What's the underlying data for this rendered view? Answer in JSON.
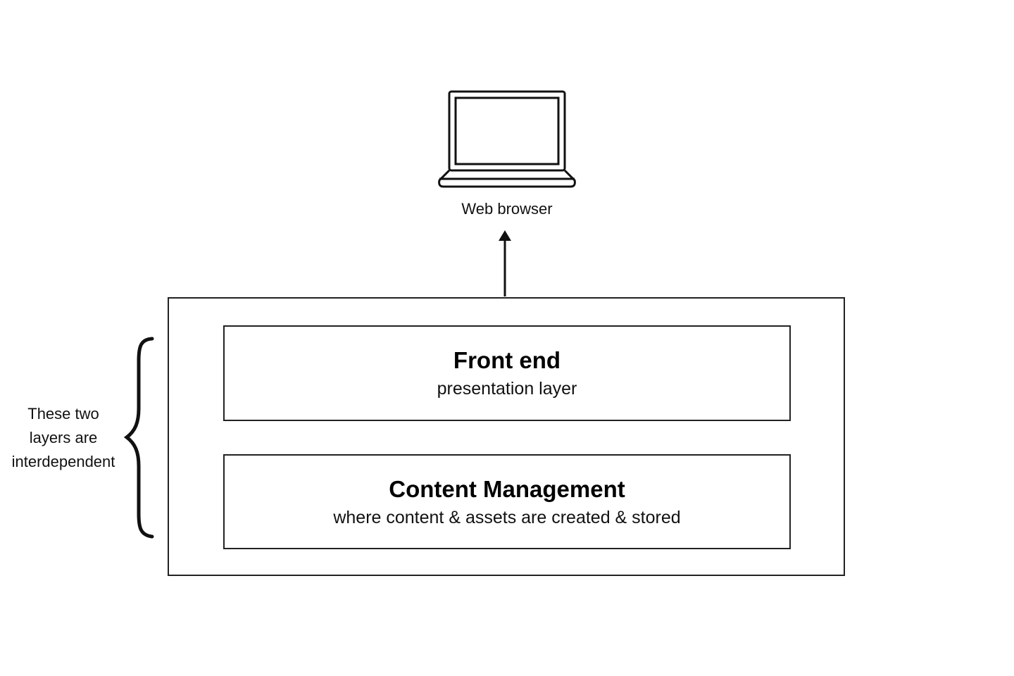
{
  "browser": {
    "label": "Web browser",
    "icon": "laptop-icon"
  },
  "layers": [
    {
      "title": "Front end",
      "subtitle": "presentation layer"
    },
    {
      "title": "Content Management",
      "subtitle": "where content & assets are created & stored"
    }
  ],
  "side_note": {
    "lines": [
      "These two",
      "layers are",
      "interdependent"
    ]
  },
  "colors": {
    "stroke": "#111111",
    "background": "#ffffff"
  }
}
